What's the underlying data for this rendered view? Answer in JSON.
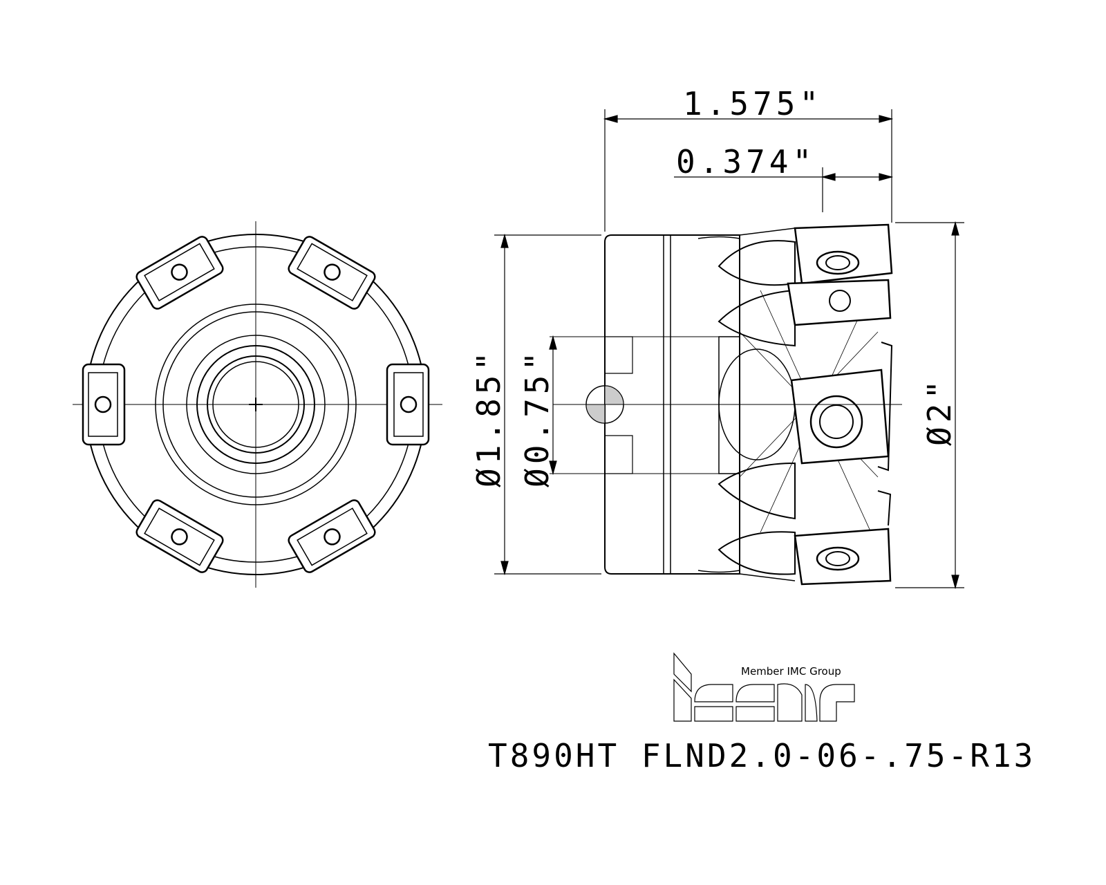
{
  "drawing": {
    "dimensions": {
      "overall_length": "1.575\"",
      "insert_length": "0.374\"",
      "body_diameter": "Ø1.85\"",
      "bore_diameter": "Ø0.75\"",
      "cutting_diameter": "Ø2\""
    },
    "logo": {
      "brand": "iscar",
      "tagline": "Member IMC Group"
    },
    "part_number": "T890HT FLND2.0-06-.75-R13",
    "insert_count": 6
  }
}
